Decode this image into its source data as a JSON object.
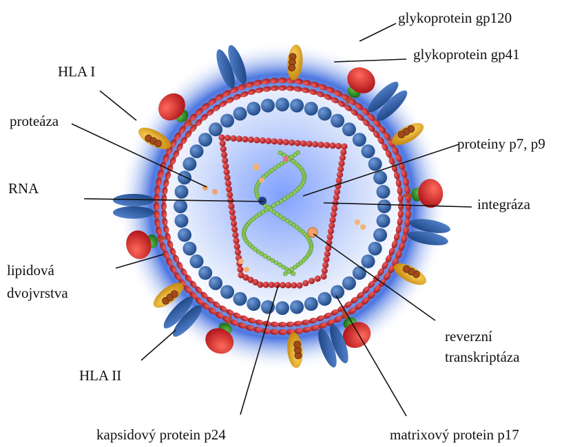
{
  "labels": {
    "gp120": "glykoprotein gp120",
    "gp41": "glykoprotein gp41",
    "hla1": "HLA I",
    "proteaza": "proteáza",
    "p7p9": "proteiny p7, p9",
    "rna": "RNA",
    "integraza": "integráza",
    "lipid_line1": "lipidová",
    "lipid_line2": "dvojvrstva",
    "rt_line1": "reverzní",
    "rt_line2": "transkriptáza",
    "hla2": "HLA II",
    "p24": "kapsidový protein p24",
    "p17": "matrixový protein p17"
  },
  "colors": {
    "glow": "#2d5bd6",
    "lipid_red": "#d0262a",
    "matrix_blue": "#2a5fa6",
    "capsid_red": "#b7222e",
    "rna_green": "#8ecb5a",
    "gp120_red": "#d9281f",
    "gp41_green": "#2f8f2a",
    "hla_gold": "#d9a421",
    "hla_blue": "#2a5aa8",
    "enzyme_orange": "#f2a36a"
  }
}
